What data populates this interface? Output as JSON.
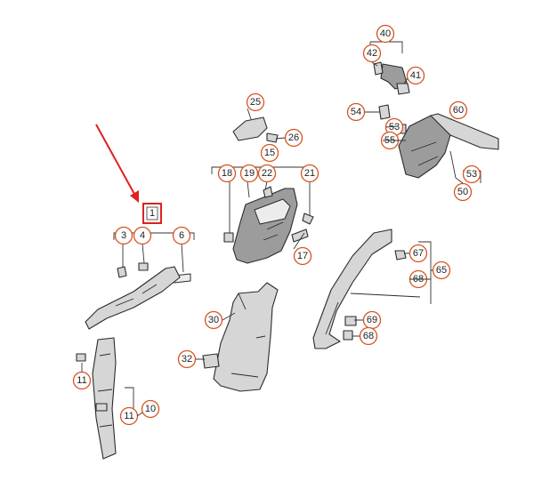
{
  "diagram": {
    "callout_color": "#d9531e",
    "highlight_color": "#e02020",
    "highlighted_part": "1",
    "callouts": [
      "40",
      "42",
      "41",
      "54",
      "53",
      "55",
      "60",
      "53",
      "50",
      "25",
      "26",
      "15",
      "18",
      "19",
      "22",
      "21",
      "17",
      "3",
      "4",
      "6",
      "67",
      "65",
      "68",
      "30",
      "69",
      "68",
      "32",
      "11",
      "11",
      "10"
    ]
  }
}
